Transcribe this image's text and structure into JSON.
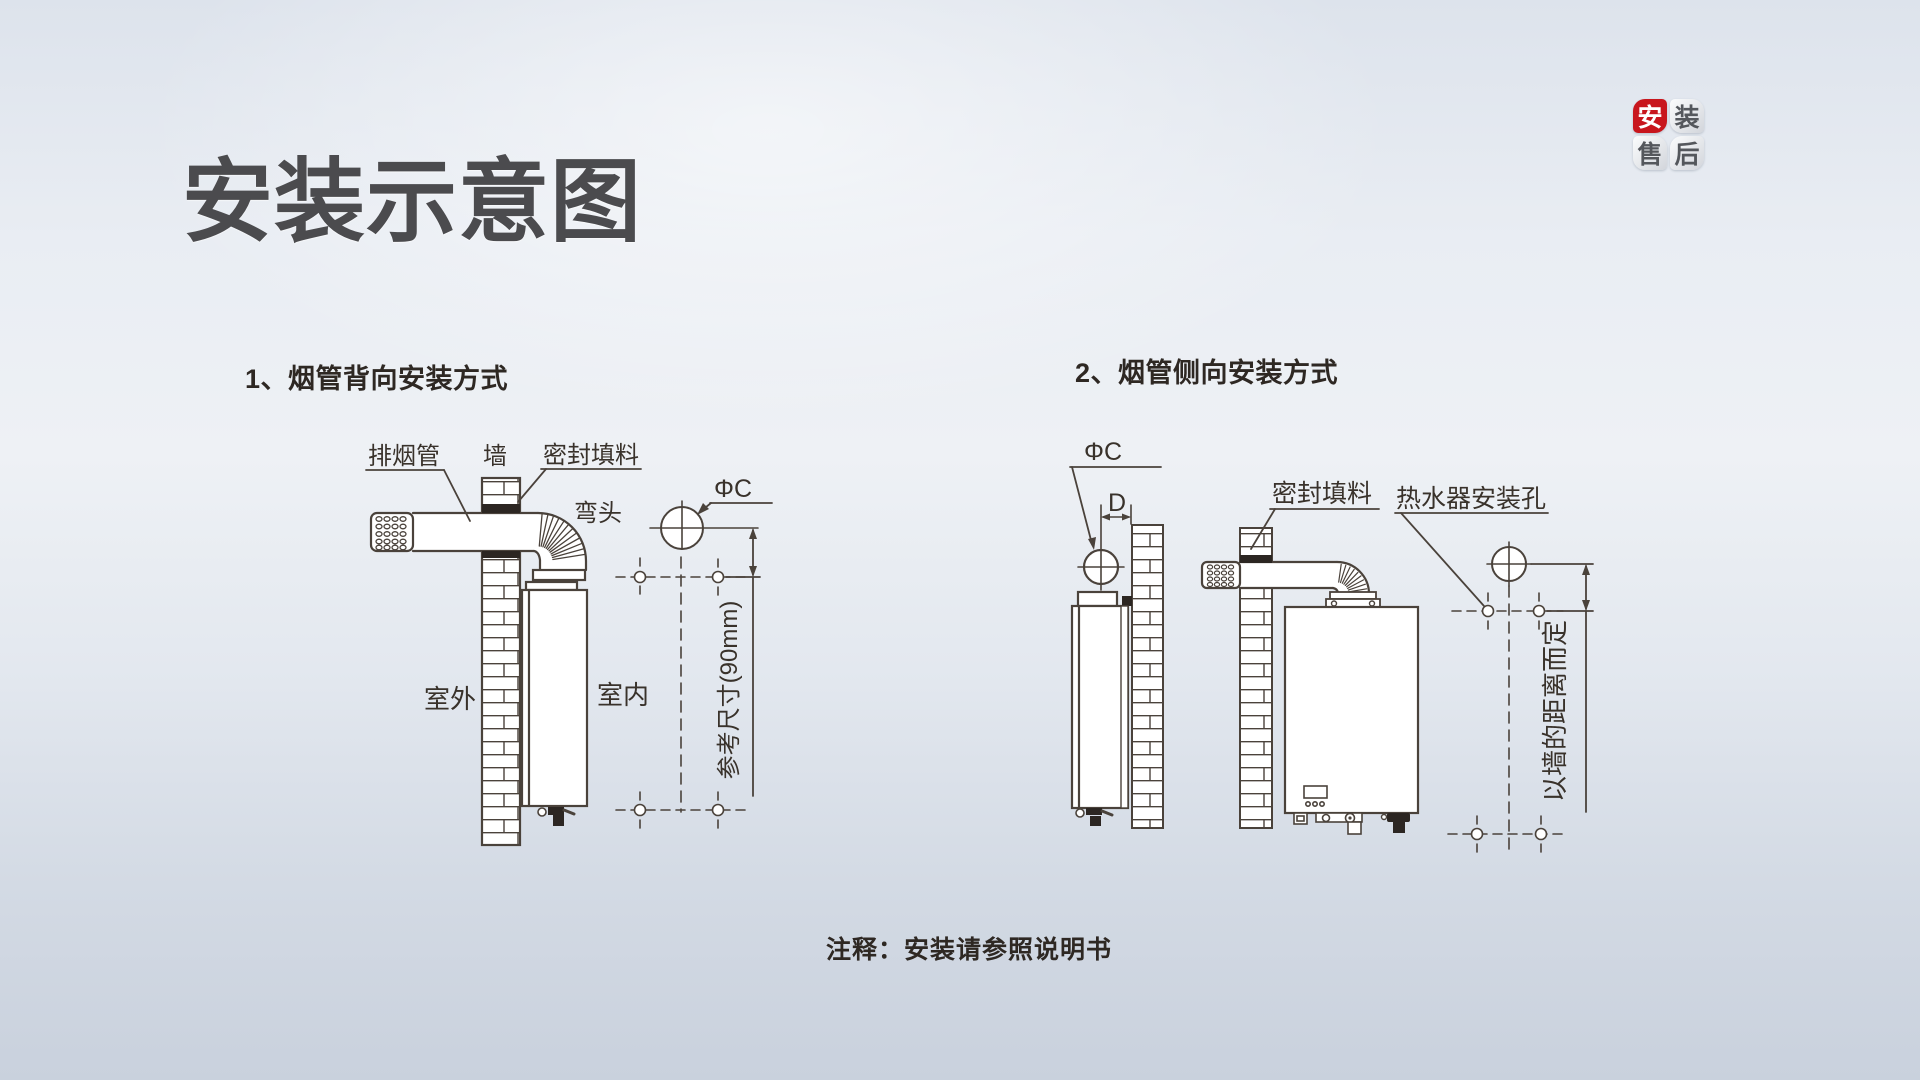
{
  "page": {
    "title": "安装示意图",
    "note": "注释：安装请参照说明书"
  },
  "badge": {
    "tiles": [
      {
        "label": "安",
        "color": "#c8161d"
      },
      {
        "label": "装",
        "color": "#e4e6ea"
      },
      {
        "label": "售",
        "color": "#e4e6ea"
      },
      {
        "label": "后",
        "color": "#e4e6ea"
      }
    ]
  },
  "diagram1": {
    "heading": "1、烟管背向安装方式",
    "labels": {
      "exhaust_pipe": "排烟管",
      "wall": "墙",
      "seal": "密封填料",
      "elbow": "弯头",
      "phi_c": "ΦC",
      "outdoor": "室外",
      "indoor": "室内",
      "ref_dim": "参考尺寸(90mm)"
    }
  },
  "diagram2": {
    "heading": "2、烟管侧向安装方式",
    "labels": {
      "phi_c": "ΦC",
      "d_dim": "D",
      "seal": "密封填料",
      "mount_hole": "热水器安装孔",
      "wall_dist": "以墙的距离而定"
    }
  },
  "colors": {
    "accent_red": "#c8161d",
    "line": "#4a423b",
    "text_dark": "#2e2823",
    "title_gray": "#4b4b4e",
    "background_top": "#e9edf3",
    "background_bottom": "#c9d1dd"
  }
}
